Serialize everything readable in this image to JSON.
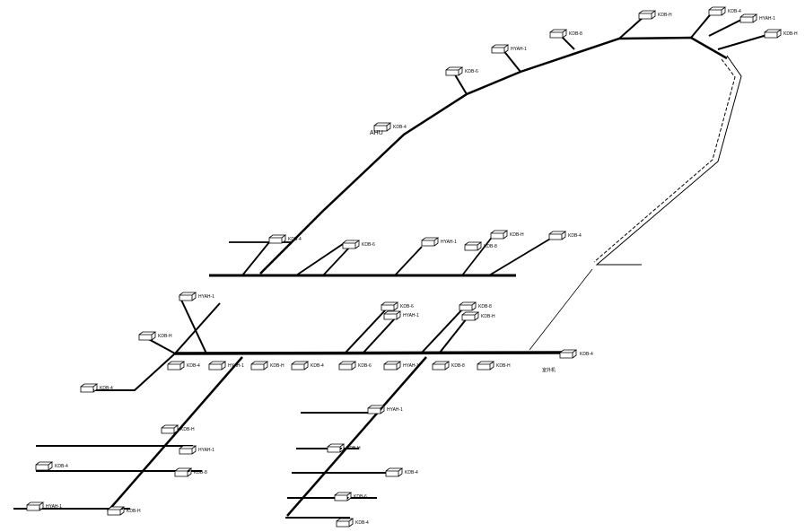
{
  "title": "Isometric piping system diagram",
  "labels": {
    "ahu": "AHU",
    "outdoor_unit": "KDB-4",
    "outdoor_note": "室外机",
    "units": [
      "KDB-4",
      "KDB-6",
      "HYAH-1",
      "KDB-8",
      "KDB-H",
      "KDB-4",
      "HYAH-1",
      "KDB-H"
    ]
  },
  "colors": {
    "line": "#000000",
    "background": "#ffffff"
  }
}
